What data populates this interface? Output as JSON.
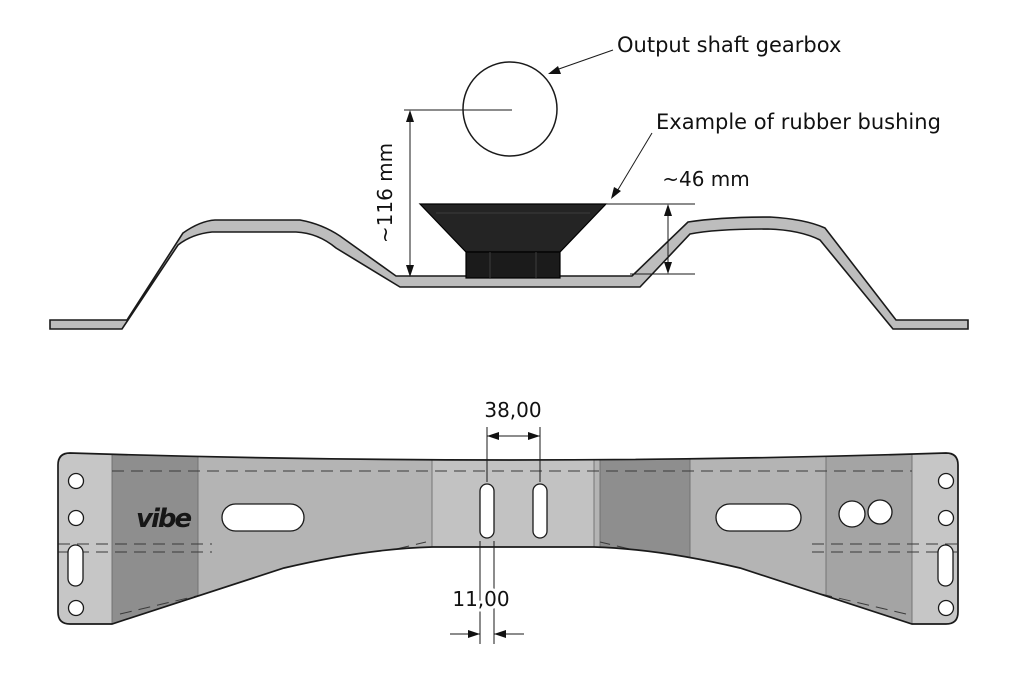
{
  "drawing": {
    "labels": {
      "output_shaft": "Output shaft gearbox",
      "rubber_bushing": "Example of rubber bushing"
    },
    "dimensions": {
      "gearbox_center_height": "~116 mm",
      "bushing_height": "~46 mm",
      "slot_spacing": "38,00",
      "slot_width": "11,00"
    },
    "logo_text": "vibe",
    "colors": {
      "metal_base": "#b4b4b4",
      "metal_light": "#c6c6c6",
      "metal_dark": "#8e8e8e",
      "bushing": "#222222",
      "outline": "#1a1a1a"
    }
  }
}
